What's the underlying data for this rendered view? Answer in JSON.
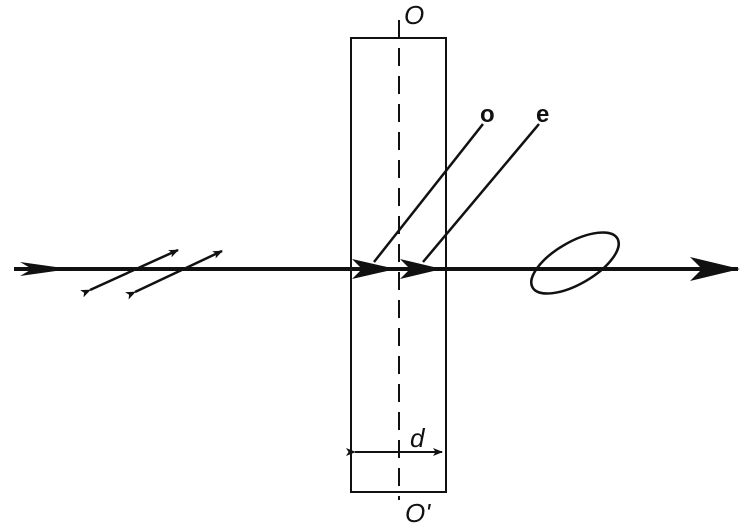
{
  "labels": {
    "axis_top": "O",
    "axis_bottom": "O'",
    "ray_o": "o",
    "ray_e": "e",
    "thickness": "d"
  }
}
